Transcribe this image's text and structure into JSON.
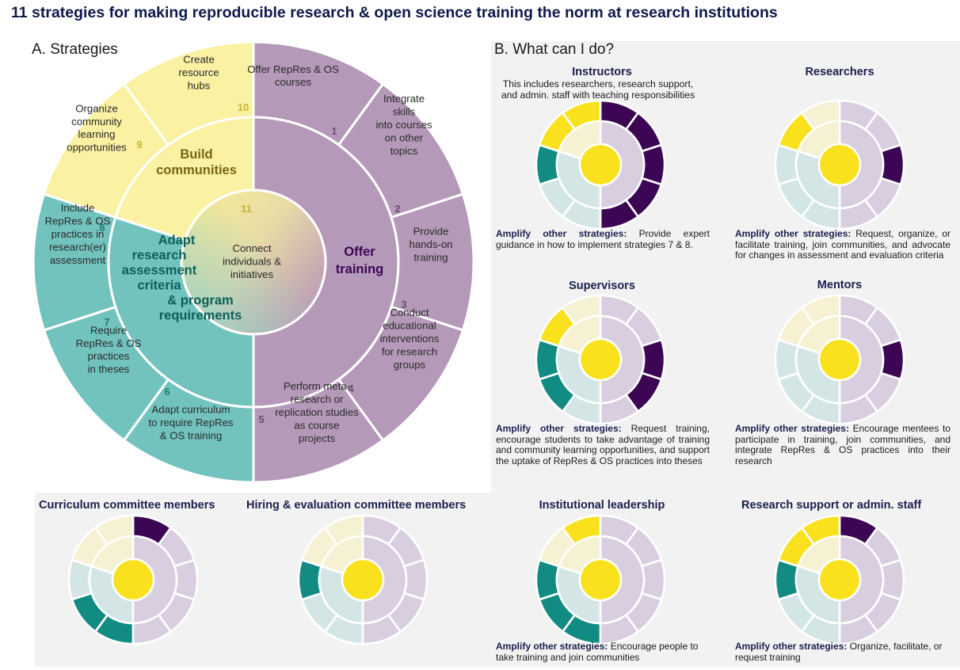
{
  "title": "11 strategies for making reproducible research & open science training the norm at research institutions",
  "section_a": "A. Strategies",
  "section_b": "B. What can I do?",
  "colors": {
    "purple": "#b499b8",
    "teal": "#72c3be",
    "yellow": "#faf1a2",
    "dark_purple": "#3d0654",
    "dark_teal": "#128c82",
    "bright_yellow": "#f9e11e",
    "pale_purple": "#d9cde0",
    "pale_teal": "#d3e6e5",
    "pale_yellow": "#f5f1d2"
  },
  "strategy_wheel": {
    "categories": [
      {
        "id": "offer",
        "lines": [
          "Offer",
          "training"
        ],
        "color": "#3d0654"
      },
      {
        "id": "adapt",
        "lines": [
          "Adapt",
          "research",
          "assessment",
          "criteria",
          "& program",
          "requirements"
        ],
        "color": "#0c5f59"
      },
      {
        "id": "build",
        "lines": [
          "Build",
          "communities"
        ],
        "color": "#7a6513"
      }
    ],
    "center": {
      "number": "11",
      "lines": [
        "Connect",
        "individuals &",
        "initiatives"
      ]
    },
    "strategies": [
      {
        "number": "1",
        "lines": [
          "Offer RepRes & OS",
          "courses"
        ]
      },
      {
        "number": "2",
        "lines": [
          "Integrate",
          "skills",
          "into courses",
          "on other",
          "topics"
        ]
      },
      {
        "number": "3",
        "lines": [
          "Provide",
          "hands-on",
          "training"
        ]
      },
      {
        "number": "4",
        "lines": [
          "Conduct",
          "educational",
          "interventions",
          "for research",
          "groups"
        ]
      },
      {
        "number": "5",
        "lines": [
          "Perform meta-",
          "research or",
          "replication studies",
          "as course",
          "projects"
        ]
      },
      {
        "number": "6",
        "lines": [
          "Adapt curriculum",
          "to require RepRes",
          "& OS training"
        ]
      },
      {
        "number": "7",
        "lines": [
          "Require",
          "RepRes & OS",
          "practices",
          "in theses"
        ]
      },
      {
        "number": "8",
        "lines": [
          "Include",
          "RepRes & OS",
          "practices in",
          "research(er)",
          "assessment"
        ]
      },
      {
        "number": "9",
        "lines": [
          "Organize",
          "community",
          "learning",
          "opportunities"
        ]
      },
      {
        "number": "10",
        "lines": [
          "Create",
          "resource",
          "hubs"
        ]
      }
    ]
  },
  "roles": [
    {
      "id": "instructors",
      "title": "Instructors",
      "description": "This includes researchers, research support, and admin. staff with teaching responsibilities",
      "highlighted": [
        1,
        2,
        3,
        4,
        5,
        8,
        9,
        10
      ],
      "amplify_label": "Amplify other strategies:",
      "amplify_text": "Provide expert guidance in how to implement strategies 7 & 8."
    },
    {
      "id": "researchers",
      "title": "Researchers",
      "description": "",
      "highlighted": [
        3,
        9
      ],
      "amplify_label": "Amplify other strategies:",
      "amplify_text": "Request, organize, or facilitate training, join communities, and advocate for changes in assessment and evaluation criteria"
    },
    {
      "id": "supervisors",
      "title": "Supervisors",
      "description": "",
      "highlighted": [
        3,
        4,
        7,
        8,
        9
      ],
      "amplify_label": "Amplify other strategies:",
      "amplify_text": "Request training, encourage students to take advantage of training and community learning opportunities, and support the uptake of RepRes & OS practices into theses"
    },
    {
      "id": "mentors",
      "title": "Mentors",
      "description": "",
      "highlighted": [
        3
      ],
      "amplify_label": "Amplify other strategies:",
      "amplify_text": "Encourage mentees to participate in training, join communities, and integrate RepRes & OS practices into their research"
    },
    {
      "id": "curriculum",
      "title": "Curriculum committee members",
      "description": "",
      "highlighted": [
        1,
        6,
        7
      ],
      "amplify_label": "",
      "amplify_text": ""
    },
    {
      "id": "hiring",
      "title": "Hiring & evaluation committee members",
      "description": "",
      "highlighted": [
        8
      ],
      "amplify_label": "",
      "amplify_text": ""
    },
    {
      "id": "leadership",
      "title": "Institutional leadership",
      "description": "",
      "highlighted": [
        6,
        7,
        8,
        10
      ],
      "amplify_label": "Amplify other strategies:",
      "amplify_text": "Encourage people to take training and join communities"
    },
    {
      "id": "support",
      "title": "Research support or admin. staff",
      "description": "",
      "highlighted": [
        1,
        8,
        9,
        10
      ],
      "amplify_label": "Amplify other strategies:",
      "amplify_text": "Organize, facilitate, or request training"
    }
  ]
}
